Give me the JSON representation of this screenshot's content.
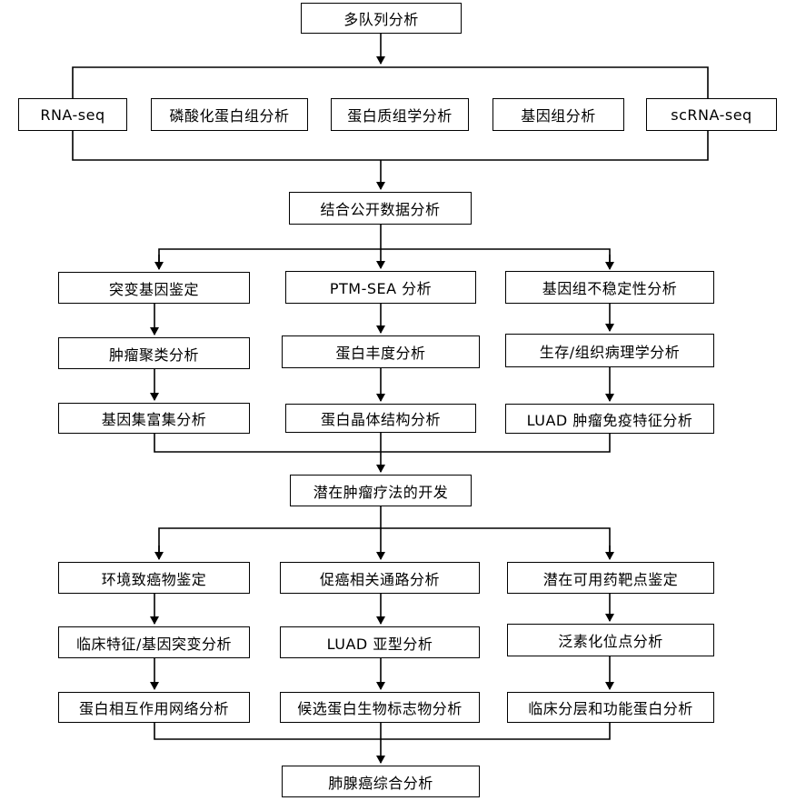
{
  "top": "多队列分析",
  "omics": [
    "RNA-seq",
    "磷酸化蛋白组分析",
    "蛋白质组学分析",
    "基因组分析",
    "scRNA-seq"
  ],
  "integrate": "结合公开数据分析",
  "branch1": {
    "col1": [
      "突变基因鉴定",
      "肿瘤聚类分析",
      "基因集富集分析"
    ],
    "col2": [
      "PTM-SEA 分析",
      "蛋白丰度分析",
      "蛋白晶体结构分析"
    ],
    "col3": [
      "基因组不稳定性分析",
      "生存/组织病理学分析",
      "LUAD 肿瘤免疫特征分析"
    ]
  },
  "therapy": "潜在肿瘤疗法的开发",
  "branch2": {
    "col1": [
      "环境致癌物鉴定",
      "临床特征/基因突变分析",
      "蛋白相互作用网络分析"
    ],
    "col2": [
      "促癌相关通路分析",
      "LUAD 亚型分析",
      "候选蛋白生物标志物分析"
    ],
    "col3": [
      "潜在可用药靶点鉴定",
      "泛素化位点分析",
      "临床分层和功能蛋白分析"
    ]
  },
  "final": "肺腺癌综合分析",
  "colors": {
    "stroke": "#000000",
    "fill": "#ffffff"
  }
}
